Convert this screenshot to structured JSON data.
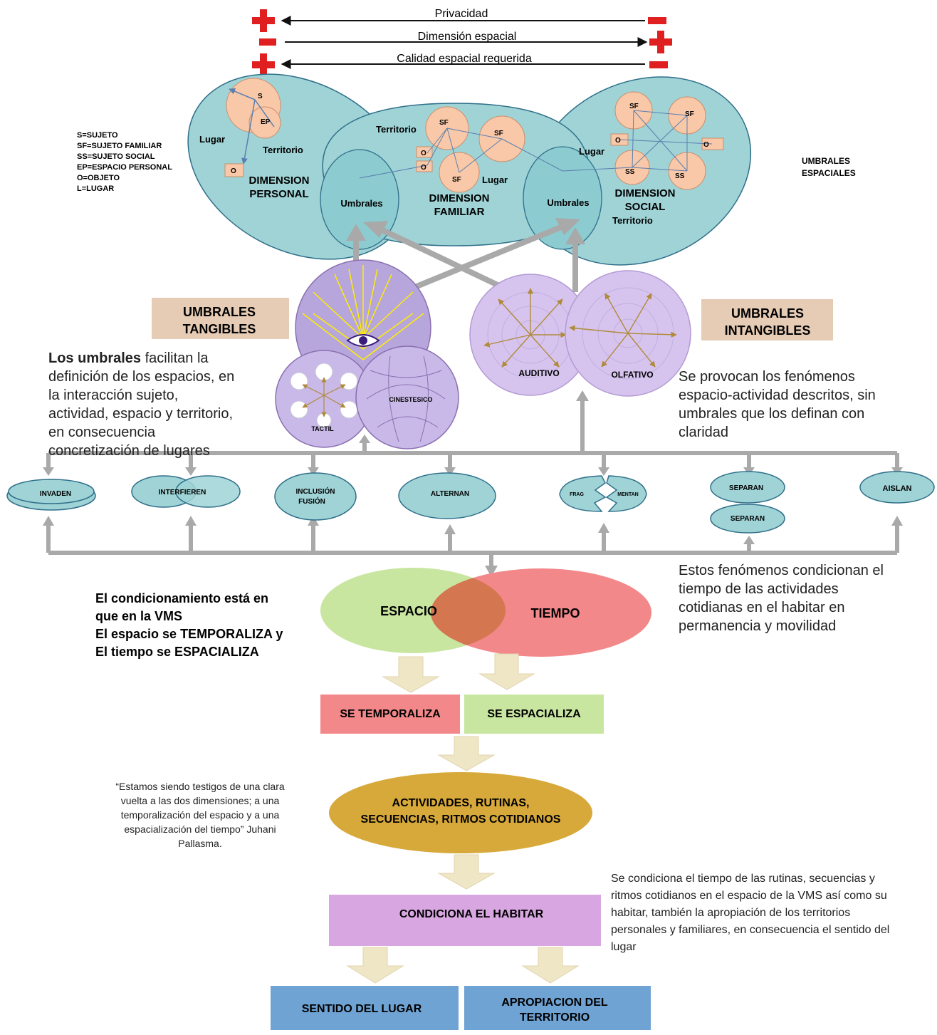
{
  "axes": {
    "privacidad": {
      "label": "Privacidad",
      "left": "+",
      "right": "−"
    },
    "dimension_espacial": {
      "label": "Dimensión espacial",
      "left": "−",
      "right": "+"
    },
    "calidad": {
      "label": "Calidad espacial requerida",
      "left": "+",
      "right": "−"
    }
  },
  "legend": [
    "S=SUJETO",
    "SF=SUJETO FAMILIAR",
    "SS=SUJETO SOCIAL",
    "EP=ESPACIO PERSONAL",
    "O=OBJETO",
    "L=LUGAR"
  ],
  "umbrales_espaciales": [
    "UMBRALES",
    "ESPACIALES"
  ],
  "dimensions": {
    "personal": {
      "title": [
        "DIMENSION",
        "PERSONAL"
      ],
      "s": "S",
      "ep": "EP",
      "lugar": "Lugar",
      "territorio": "Territorio",
      "o": "O"
    },
    "familiar": {
      "title": [
        "DIMENSION",
        "FAMILIAR"
      ],
      "territorio": "Territorio",
      "lugar": "Lugar",
      "sf1": "SF",
      "sf2": "SF",
      "sf3": "SF",
      "o1": "O",
      "o2": "O"
    },
    "social": {
      "title": [
        "DIMENSION",
        "SOCIAL"
      ],
      "territorio": "Territorio",
      "lugar": "Lugar",
      "sf1": "SF",
      "sf2": "SF",
      "ss1": "SS",
      "ss2": "SS",
      "o1": "O",
      "o2": "O"
    },
    "umbrales_left": "Umbrales",
    "umbrales_right": "Umbrales"
  },
  "senses": {
    "tangibles": [
      "UMBRALES",
      "TANGIBLES"
    ],
    "intangibles": [
      "UMBRALES",
      "INTANGIBLES"
    ],
    "tactil": "TACTIL",
    "cinestesico": "CINESTESICO",
    "auditivo": "AUDITIVO",
    "olfativo": "OLFATIVO"
  },
  "texts": {
    "left_bold": "Los umbrales",
    "left_rest": " facilitan la definición de los espacios, en la interacción sujeto, actividad, espacio y territorio, en consecuencia concretización de lugares",
    "right_top": "Se provocan los fenómenos espacio-actividad descritos, sin umbrales que los definan con claridad",
    "right_mid": "Estos fenómenos condicionan el tiempo de las actividades cotidianas en el habitar en permanencia y movilidad",
    "cond_lines": [
      "El condicionamiento está en",
      "que en la VMS",
      "El espacio se TEMPORALIZA y",
      "El tiempo se ESPACIALIZA"
    ],
    "quote": "“Estamos siendo testigos de una clara vuelta a las dos dimensiones; a una temporalización del espacio y a una espacialización del tiempo” Juhani Pallasma.",
    "right_bottom": "Se condiciona el tiempo de las rutinas, secuencias y ritmos cotidianos en el espacio de la VMS así como su habitar, también la apropiación de los territorios personales y familiares, en consecuencia el sentido del lugar"
  },
  "phenomena": {
    "invaden": "INVADEN",
    "interfieren": "INTERFIEREN",
    "inclusion": [
      "INCLUSIÓN",
      "FUSIÓN"
    ],
    "alternan": "ALTERNAN",
    "frag": "FRAG",
    "mentan": "MENTAN",
    "separan1": "SEPARAN",
    "separan2": "SEPARAN",
    "aislan": "AISLAN"
  },
  "flow": {
    "espacio": "ESPACIO",
    "tiempo": "TIEMPO",
    "se_temporaliza": "SE TEMPORALIZA",
    "se_espacializa": "SE ESPACIALIZA",
    "actividades": [
      "ACTIVIDADES, RUTINAS,",
      "SECUENCIAS, RITMOS COTIDIANOS"
    ],
    "condiciona": "CONDICIONA EL HABITAR",
    "sentido": "SENTIDO DEL LUGAR",
    "apropiacion": [
      "APROPIACION DEL",
      "TERRITORIO"
    ]
  },
  "colors": {
    "teal": "#9fd3d6",
    "teal_stroke": "#2f6f8a",
    "peach": "#f9c8a8",
    "lavender": "#c8b8e6",
    "gray_arrow": "#a9a9a9",
    "tan_box": "#e6cbb5",
    "green": "#c8e6a0",
    "pink": "#f2888a",
    "orange_overlap": "#d4764f",
    "gold": "#d7a93a",
    "violet": "#d8a6e0",
    "blue": "#6fa3d3",
    "cream_arrow": "#efe6c6",
    "red_plus": "#e02020"
  },
  "icons": [
    "eye-icon",
    "plus-icon",
    "minus-icon",
    "arrow-icon"
  ]
}
